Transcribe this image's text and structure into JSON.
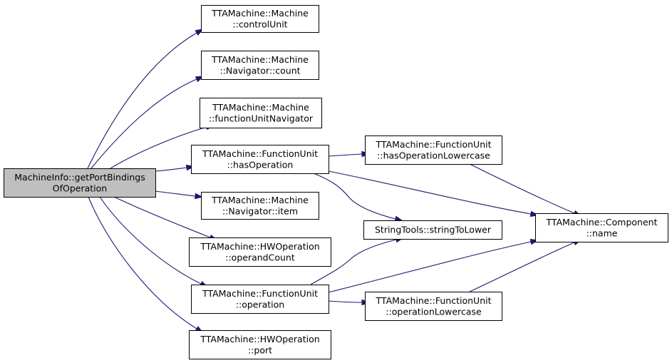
{
  "colors": {
    "edge": "#191970",
    "root_fill": "#bfbfbf",
    "node_fill": "#ffffff",
    "node_border": "#000000"
  },
  "nodes": [
    {
      "id": "root",
      "lines": [
        "MachineInfo::getPortBindings",
        "OfOperation"
      ],
      "highlight": true
    },
    {
      "id": "controlUnit",
      "lines": [
        "TTAMachine::Machine",
        "::controlUnit"
      ]
    },
    {
      "id": "navCount",
      "lines": [
        "TTAMachine::Machine",
        "::Navigator::count"
      ]
    },
    {
      "id": "fuNavigator",
      "lines": [
        "TTAMachine::Machine",
        "::functionUnitNavigator"
      ]
    },
    {
      "id": "hasOperation",
      "lines": [
        "TTAMachine::FunctionUnit",
        "::hasOperation"
      ]
    },
    {
      "id": "navItem",
      "lines": [
        "TTAMachine::Machine",
        "::Navigator::item"
      ]
    },
    {
      "id": "operandCount",
      "lines": [
        "TTAMachine::HWOperation",
        "::operandCount"
      ]
    },
    {
      "id": "operation",
      "lines": [
        "TTAMachine::FunctionUnit",
        "::operation"
      ]
    },
    {
      "id": "port",
      "lines": [
        "TTAMachine::HWOperation",
        "::port"
      ]
    },
    {
      "id": "hasOpLower",
      "lines": [
        "TTAMachine::FunctionUnit",
        "::hasOperationLowercase"
      ]
    },
    {
      "id": "stringToLower",
      "lines": [
        "StringTools::stringToLower"
      ]
    },
    {
      "id": "opLower",
      "lines": [
        "TTAMachine::FunctionUnit",
        "::operationLowercase"
      ]
    },
    {
      "id": "compName",
      "lines": [
        "TTAMachine::Component",
        "::name"
      ]
    }
  ],
  "edges": [
    [
      "root",
      "controlUnit"
    ],
    [
      "root",
      "navCount"
    ],
    [
      "root",
      "fuNavigator"
    ],
    [
      "root",
      "hasOperation"
    ],
    [
      "root",
      "navItem"
    ],
    [
      "root",
      "operandCount"
    ],
    [
      "root",
      "operation"
    ],
    [
      "root",
      "port"
    ],
    [
      "hasOperation",
      "hasOpLower"
    ],
    [
      "hasOperation",
      "compName"
    ],
    [
      "hasOperation",
      "stringToLower"
    ],
    [
      "operation",
      "stringToLower"
    ],
    [
      "operation",
      "compName"
    ],
    [
      "operation",
      "opLower"
    ],
    [
      "hasOpLower",
      "compName"
    ],
    [
      "opLower",
      "compName"
    ]
  ]
}
